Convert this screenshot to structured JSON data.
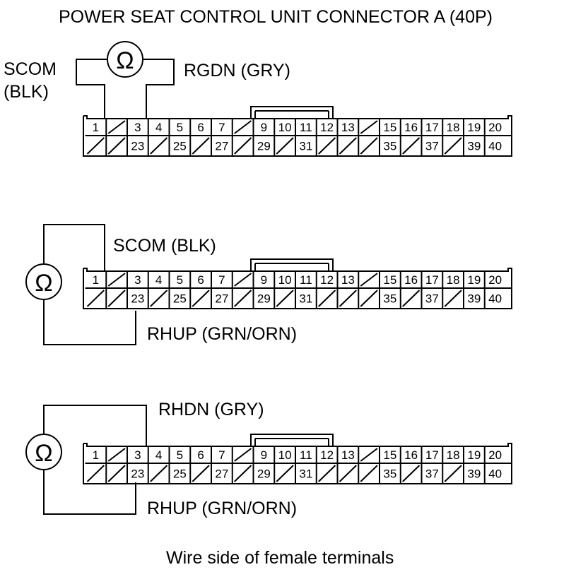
{
  "title": "POWER SEAT CONTROL UNIT CONNECTOR A (40P)",
  "footer": "Wire side of female terminals",
  "ohmmeter_symbol": "Ω",
  "connector": {
    "top_row": [
      "1",
      "/",
      "3",
      "4",
      "5",
      "6",
      "7",
      "/",
      "9",
      "10",
      "11",
      "12",
      "13",
      "/",
      "15",
      "16",
      "17",
      "18",
      "19",
      "20"
    ],
    "bottom_row": [
      "/",
      "/",
      "23",
      "/",
      "25",
      "/",
      "27",
      "/",
      "29",
      "/",
      "31",
      "/",
      "/",
      "/",
      "35",
      "/",
      "37",
      "/",
      "39",
      "40"
    ]
  },
  "diagrams": [
    {
      "label_a": "SCOM",
      "label_a2": "(BLK)",
      "label_b": "RGDN (GRY)"
    },
    {
      "label_a": "SCOM (BLK)",
      "label_b": "RHUP (GRN/ORN)"
    },
    {
      "label_a": "RHDN (GRY)",
      "label_b": "RHUP (GRN/ORN)"
    }
  ]
}
